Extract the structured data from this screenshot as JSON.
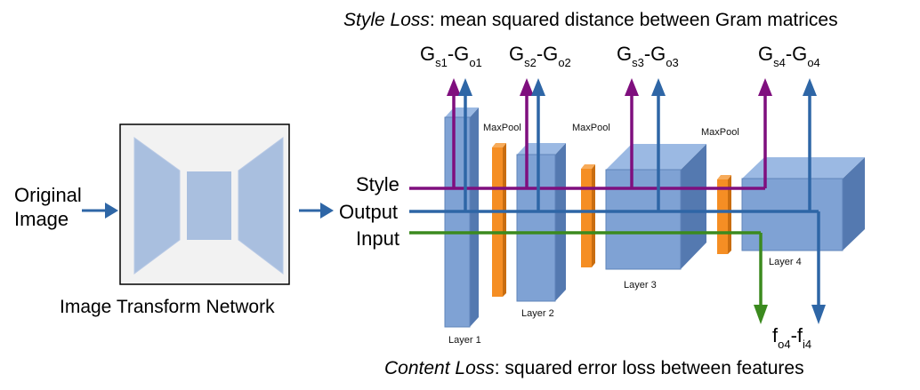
{
  "style_loss": {
    "prefix": "Style Loss",
    "rest": ": mean squared distance between Gram matrices"
  },
  "content_loss": {
    "prefix": "Content Loss",
    "rest": ": squared error loss between features"
  },
  "input_label": {
    "line1": "Original",
    "line2": "Image"
  },
  "network_label": "Image Transform Network",
  "stream_labels": {
    "style": "Style",
    "output": "Output",
    "input": "Input"
  },
  "layers": [
    "Layer 1",
    "Layer 2",
    "Layer 3",
    "Layer 4"
  ],
  "maxpool_label": "MaxPool",
  "gram_terms": [
    {
      "g": "G",
      "s": "s1",
      "dash": "-G",
      "o": "o1"
    },
    {
      "g": "G",
      "s": "s2",
      "dash": "-G",
      "o": "o2"
    },
    {
      "g": "G",
      "s": "s3",
      "dash": "-G",
      "o": "o3"
    },
    {
      "g": "G",
      "s": "s4",
      "dash": "-G",
      "o": "o4"
    }
  ],
  "feature_term": {
    "f": "f",
    "o": "o4",
    "dash": "-f",
    "i": "i4"
  },
  "colors": {
    "style": "#7f0f7e",
    "output": "#2e66a6",
    "input": "#3b8a1e",
    "layer_front": "#7fa2d4",
    "layer_side": "#5479b0",
    "layer_top": "#9bb9e3",
    "pool_front": "#f58e24",
    "pool_side": "#c96d10",
    "net_shape": "#a9bfdf",
    "arrow_blue": "#2e66a6"
  }
}
